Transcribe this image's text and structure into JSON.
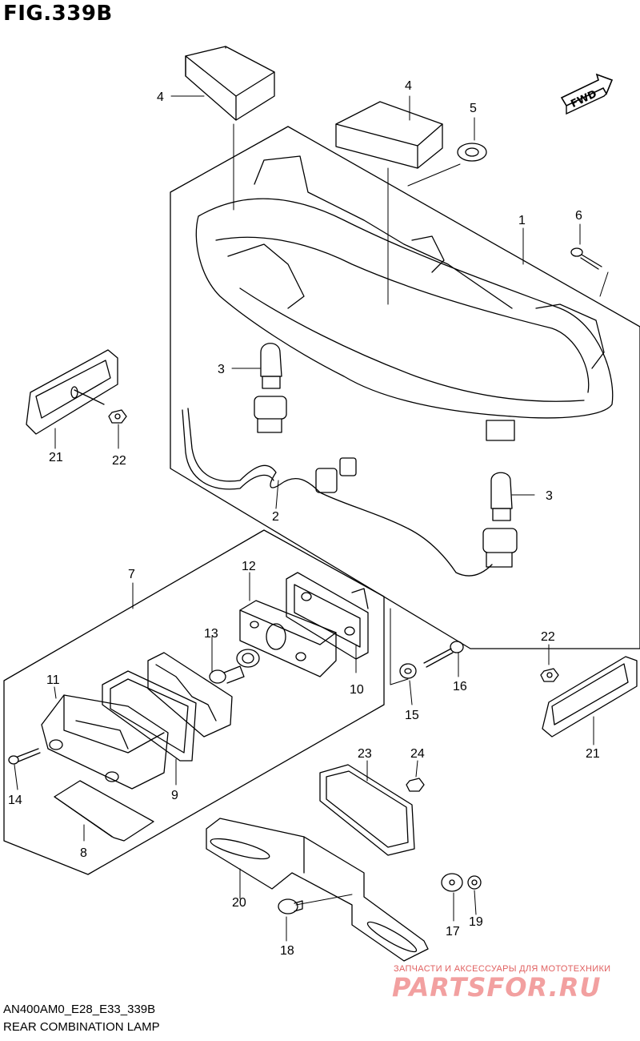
{
  "figure": {
    "title": "FIG.339B",
    "code": "AN400AM0_E28_E33_339B",
    "name": "REAR COMBINATION LAMP"
  },
  "direction_label": "FWD",
  "watermark": {
    "tagline": "ЗАПЧАСТИ И АКСЕССУАРЫ ДЛЯ МОТОТЕХНИКИ",
    "brand": "PARTSFOR.RU"
  },
  "callouts": [
    "1",
    "2",
    "3",
    "3",
    "4",
    "4",
    "5",
    "6",
    "7",
    "8",
    "9",
    "10",
    "11",
    "12",
    "13",
    "14",
    "15",
    "16",
    "17",
    "18",
    "19",
    "20",
    "21",
    "21",
    "22",
    "22",
    "23",
    "24"
  ],
  "colors": {
    "line": "#000000",
    "watermark": "#e06060"
  }
}
